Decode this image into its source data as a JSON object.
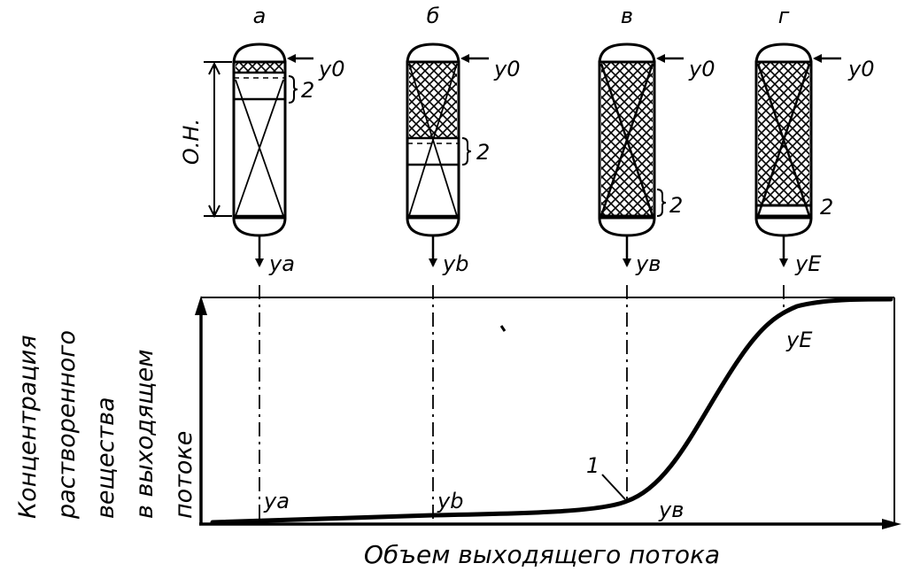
{
  "columns": [
    {
      "letter": "а",
      "inlet": "y0",
      "outlet": "ya",
      "zone_label": "2"
    },
    {
      "letter": "б",
      "inlet": "y0",
      "outlet": "yb",
      "zone_label": "2"
    },
    {
      "letter": "в",
      "inlet": "y0",
      "outlet": "yв",
      "zone_label": "2"
    },
    {
      "letter": "г",
      "inlet": "y0",
      "outlet": "yE",
      "zone_label": "2"
    }
  ],
  "bed_height_label": "О.Н.",
  "curve": {
    "number_label": "1",
    "point_labels": [
      "ya",
      "yb",
      "yв",
      "yE"
    ]
  },
  "axes": {
    "y_label_lines": [
      "Концентрация",
      "растворенного",
      "вещества",
      "в выходящем",
      "потоке"
    ],
    "x_label": "Объем выходящего потока"
  }
}
